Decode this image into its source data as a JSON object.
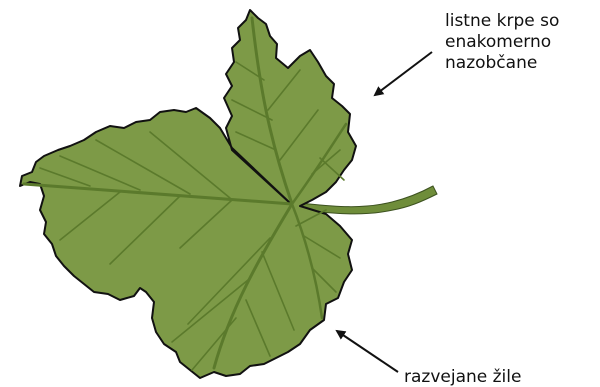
{
  "diagram": {
    "annotations": {
      "lobes": {
        "lines": [
          "listne krpe so",
          "enakomerno",
          "nazobčane"
        ]
      },
      "veins": {
        "text": "razvejane žile"
      }
    },
    "colors": {
      "leaf_fill": "#7d9a47",
      "leaf_outline": "#111111",
      "vein": "#5b7a2c",
      "stem": "#5b7a2c",
      "arrow": "#111111",
      "text": "#111111"
    }
  }
}
